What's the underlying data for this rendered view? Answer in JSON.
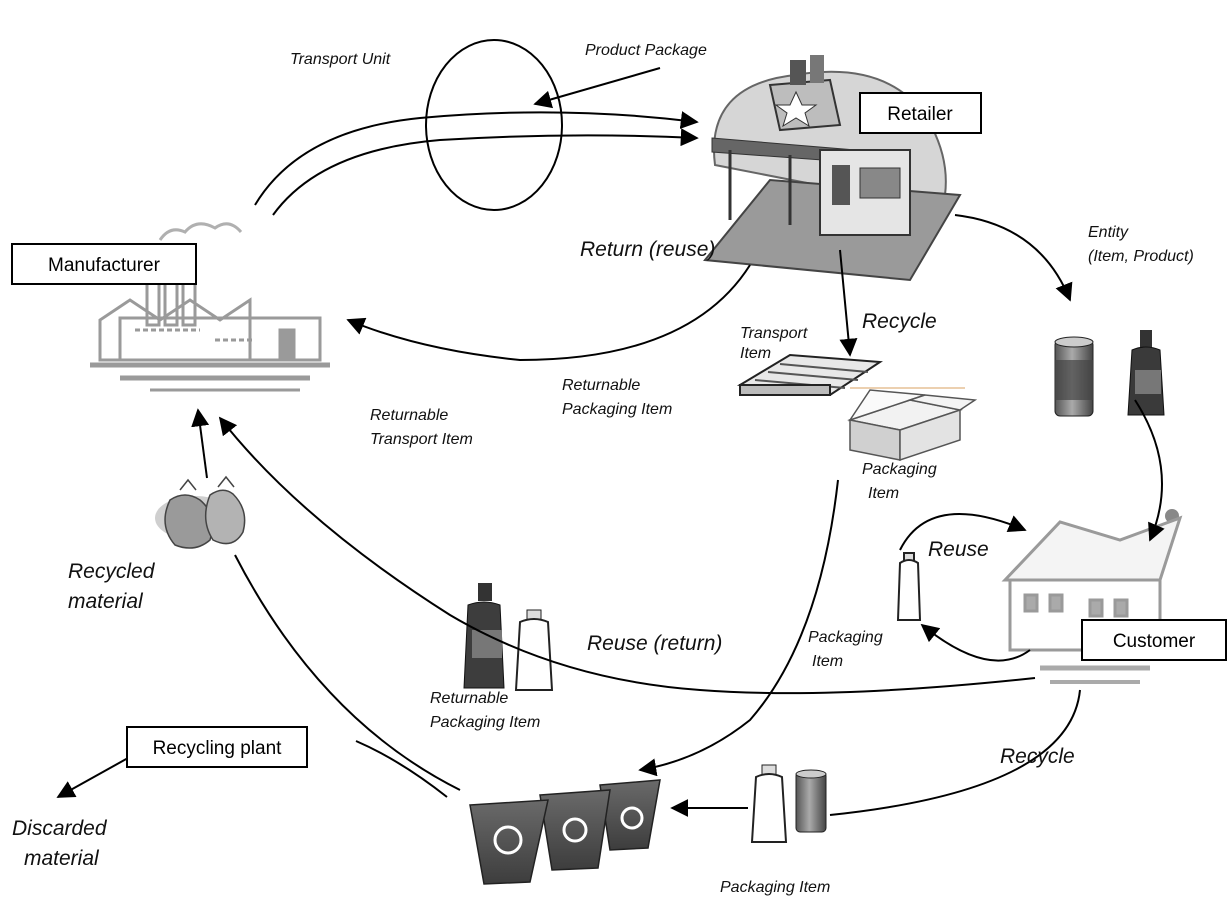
{
  "nodes": {
    "manufacturer": "Manufacturer",
    "retailer": "Retailer",
    "customer": "Customer",
    "recycling_plant": "Recycling plant"
  },
  "labels": {
    "transport_unit": "Transport Unit",
    "product_package": "Product Package",
    "return_reuse": "Return (reuse)",
    "recycle_top": "Recycle",
    "transport_item_1": "Transport",
    "transport_item_2": "Item",
    "returnable_packaging_item_top_1": "Returnable",
    "returnable_packaging_item_top_2": "Packaging Item",
    "returnable_transport_item_1": "Returnable",
    "returnable_transport_item_2": "Transport Item",
    "packaging_item_box_1": "Packaging",
    "packaging_item_box_2": "Item",
    "entity_1": "Entity",
    "entity_2": "(Item, Product)",
    "reuse_customer": "Reuse",
    "packaging_item_customer_1": "Packaging",
    "packaging_item_customer_2": "Item",
    "reuse_return": "Reuse (return)",
    "returnable_packaging_item_bottom_1": "Returnable",
    "returnable_packaging_item_bottom_2": "Packaging Item",
    "recycled_material_1": "Recycled",
    "recycled_material_2": "material",
    "discarded_material_1": "Discarded",
    "discarded_material_2": "material",
    "recycle_bottom": "Recycle",
    "packaging_item_bottom": "Packaging Item"
  },
  "icons": [
    "factory-icon",
    "store-icon",
    "house-icon",
    "pallet-icon",
    "cardboard-box-icon",
    "can-icon",
    "glass-bottle-icon",
    "plastic-bottle-icon",
    "sacks-icon",
    "recycling-bins-icon"
  ]
}
